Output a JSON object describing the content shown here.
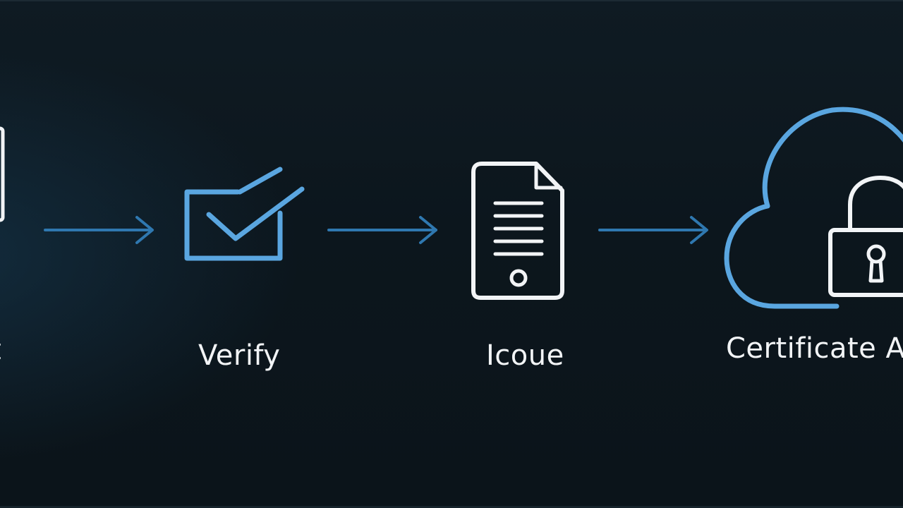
{
  "diagram": {
    "steps": [
      {
        "id": "request",
        "label": "t",
        "icon": "partial-icon"
      },
      {
        "id": "verify",
        "label": "Verify",
        "icon": "checkbox-check-icon"
      },
      {
        "id": "issue",
        "label": "Icoue",
        "icon": "document-icon"
      },
      {
        "id": "certificate",
        "label": "Certificate A",
        "icon": "cloud-lock-icon"
      }
    ],
    "connectors": [
      {
        "from": "request",
        "to": "verify",
        "icon": "arrow-right-icon"
      },
      {
        "from": "verify",
        "to": "issue",
        "icon": "arrow-right-icon"
      },
      {
        "from": "issue",
        "to": "certificate",
        "icon": "arrow-right-icon"
      }
    ]
  },
  "colors": {
    "background": "#0c161d",
    "accent_blue": "#5aa6e0",
    "arrow_blue": "#2f78b0",
    "icon_white": "#f2f4f6",
    "text": "#f2f4f6"
  }
}
